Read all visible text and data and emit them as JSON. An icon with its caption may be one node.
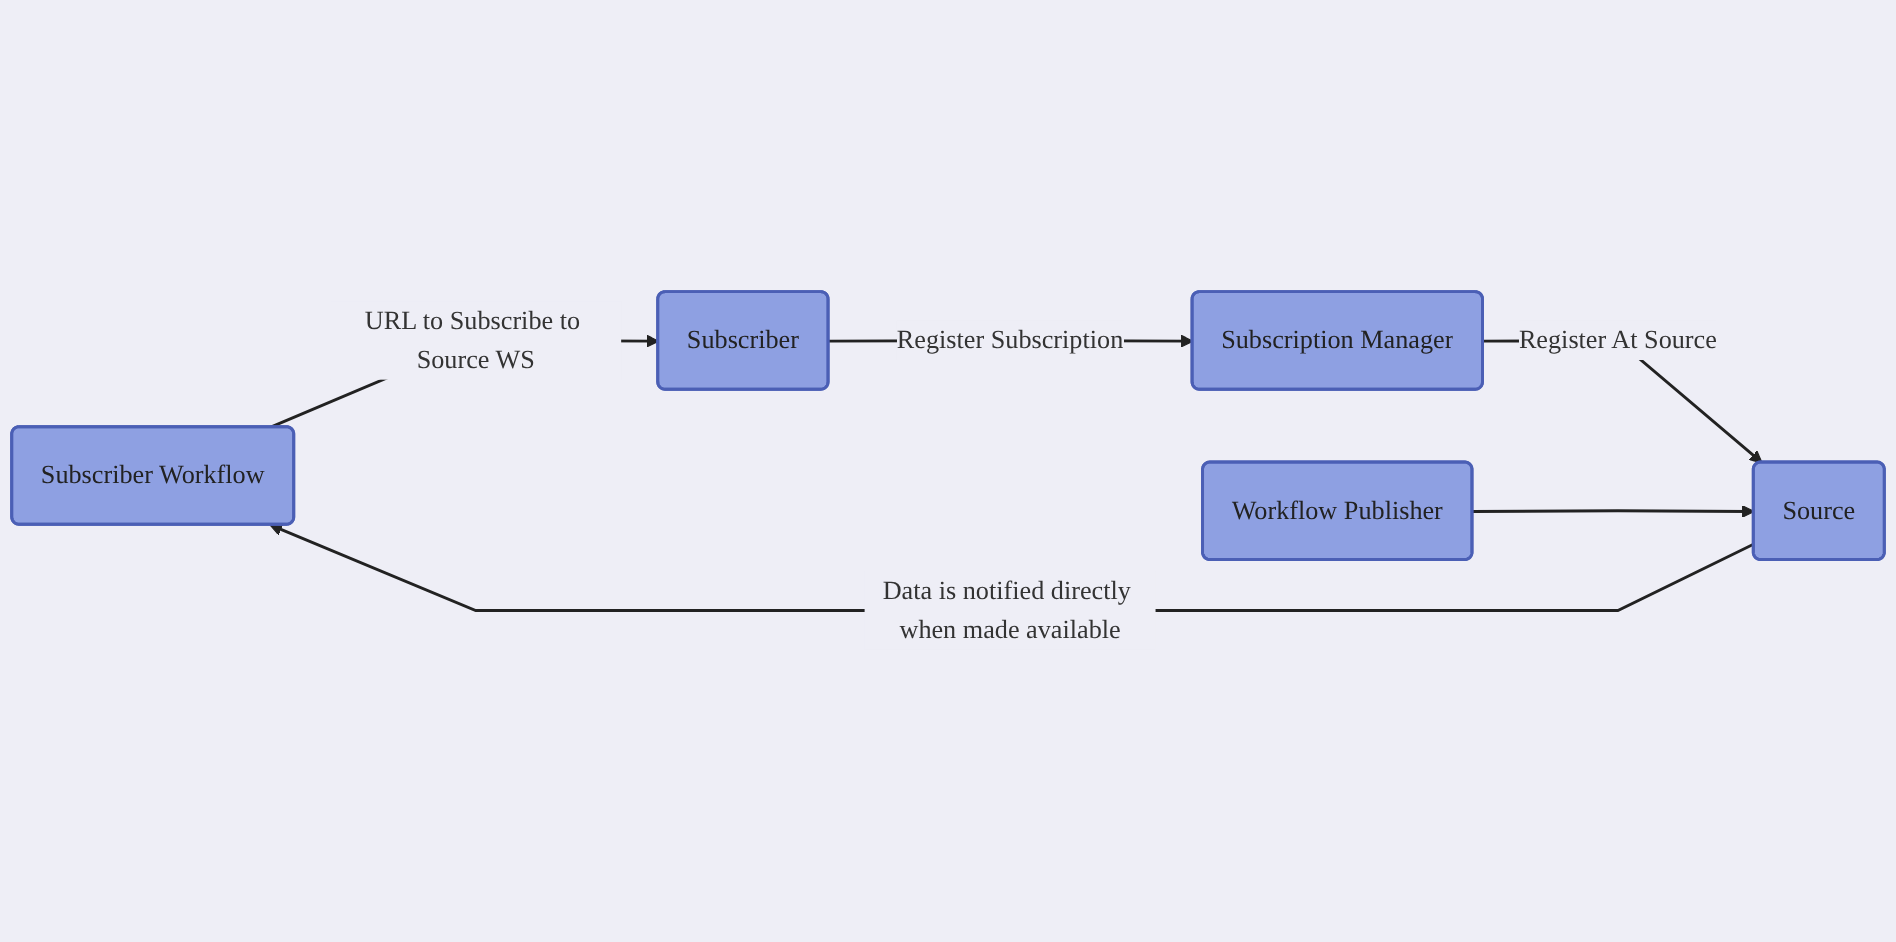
{
  "diagram": {
    "nodes": [
      {
        "text": [
          "Subscriber Workflow"
        ]
      },
      {
        "text": [
          "Subscriber"
        ]
      },
      {
        "text": [
          "Source"
        ]
      },
      {
        "text": [
          "Workflow Publisher"
        ]
      },
      {
        "text": [
          "Subscription Manager"
        ]
      }
    ],
    "edges": [
      {
        "from": 0,
        "to": 1,
        "arrow": "to",
        "label": "URL to Subscribe to Source WS"
      },
      {
        "from": 1,
        "to": 4,
        "arrow": "to",
        "label": "Register Subscription"
      },
      {
        "from": 4,
        "to": 2,
        "arrow": "to",
        "label": "Register At Source"
      },
      {
        "from": 3,
        "to": 2,
        "arrow": "to"
      },
      {
        "from": 2,
        "to": 0,
        "arrow": "to",
        "label": "Data is notified directly when made available"
      }
    ]
  }
}
